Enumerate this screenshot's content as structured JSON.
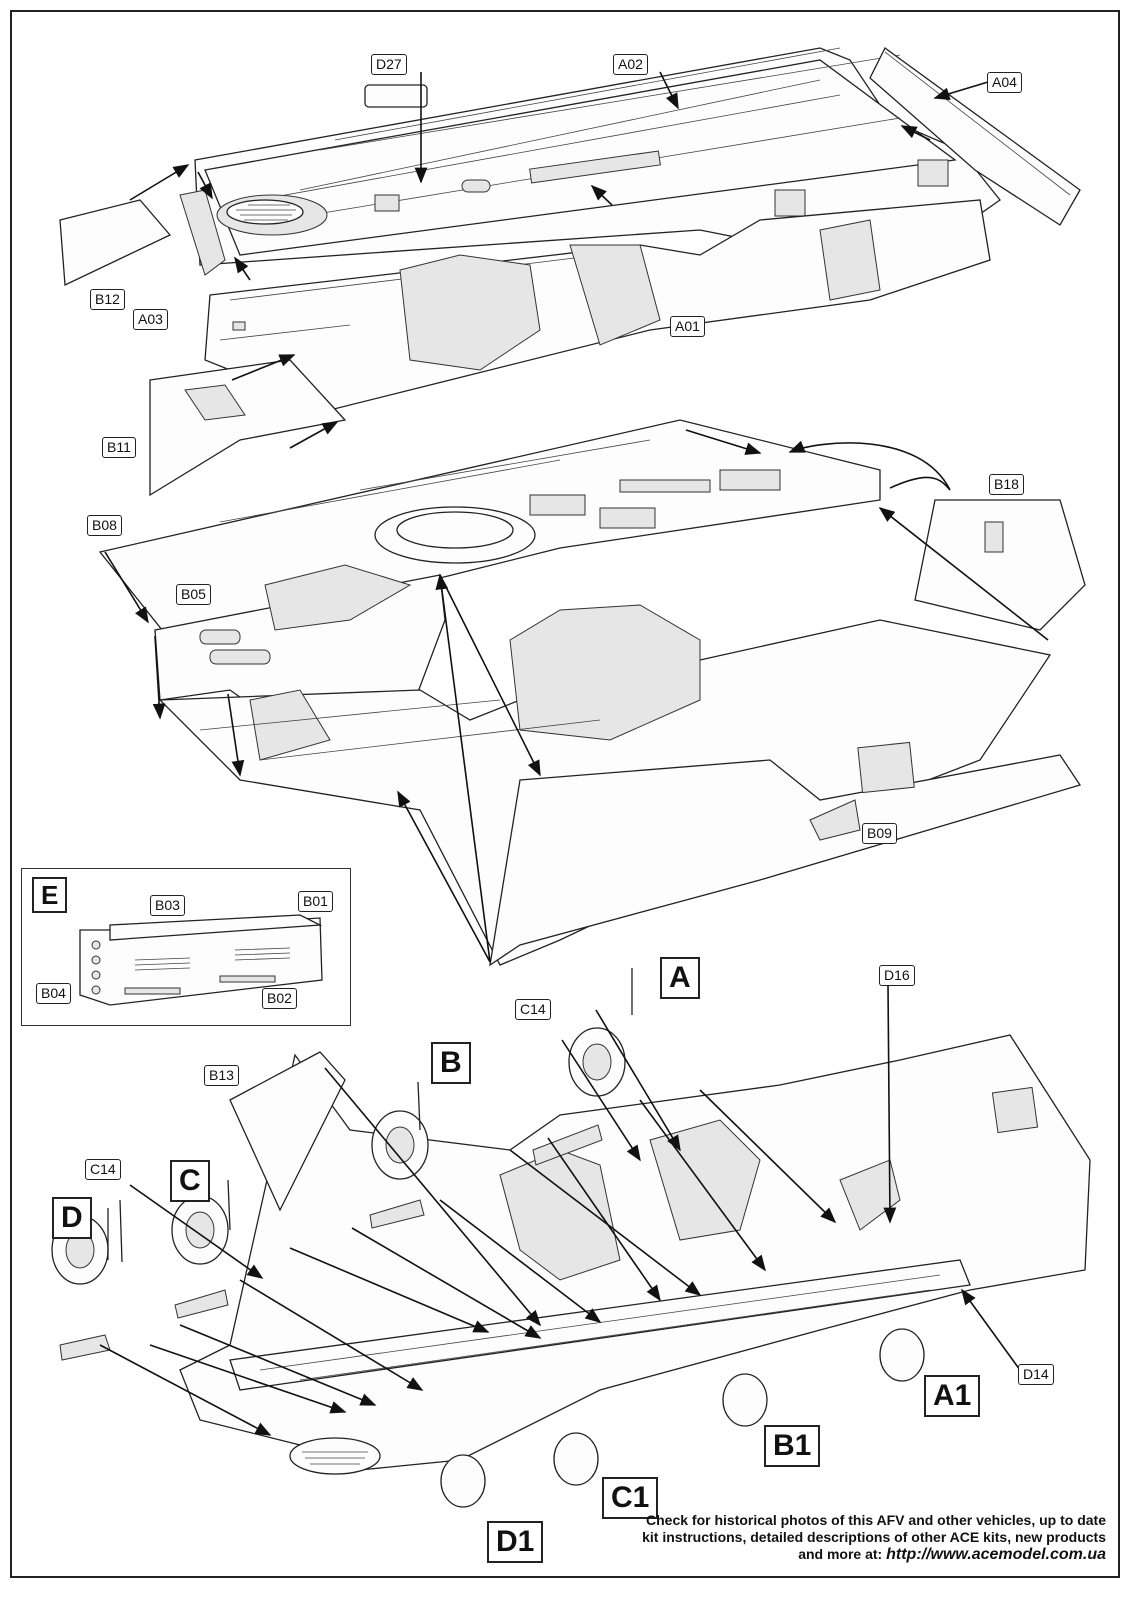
{
  "parts": {
    "d27": "D27",
    "a02": "A02",
    "a04": "A04",
    "b12": "B12",
    "a03": "A03",
    "a01": "A01",
    "b11": "B11",
    "b18": "B18",
    "b08": "B08",
    "b05": "B05",
    "b09": "B09",
    "b03": "B03",
    "b01": "B01",
    "b04": "B04",
    "b02": "B02",
    "c14_a": "C14",
    "c14_c": "C14",
    "d16": "D16",
    "b13": "B13",
    "d14": "D14"
  },
  "assemblies": {
    "e": "E",
    "a": "A",
    "b": "B",
    "c": "C",
    "d": "D",
    "a1": "A1",
    "b1": "B1",
    "c1": "C1",
    "d1": "D1"
  },
  "footer": {
    "line1": "Check for historical photos of this AFV and  other vehicles, up to date",
    "line2": "kit instructions, detailed descriptions of other ACE kits, new products",
    "line3_prefix": "and more at: ",
    "url": "http://www.acemodel.com.ua"
  }
}
